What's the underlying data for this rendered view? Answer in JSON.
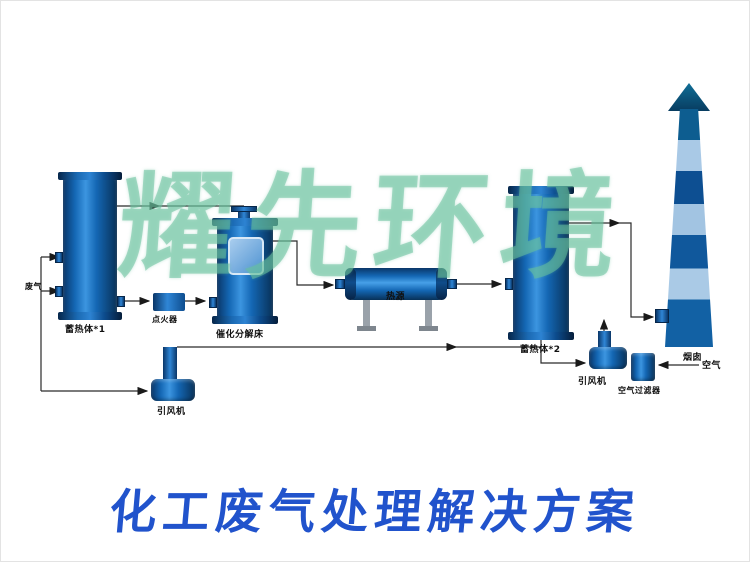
{
  "watermark": "耀先环境",
  "title": "化工废气处理解决方案",
  "equipment": {
    "waste_gas_label": "废气",
    "vessel1_label": "蓄热体*1",
    "igniter_label": "点火器",
    "catalytic_bed_label": "催化分解床",
    "heat_source_label": "热源",
    "vessel2_label": "蓄热体*2",
    "chimney_label": "烟囱",
    "fan1_label": "引风机",
    "fan2_label": "引风机",
    "air_filter_label": "空气过滤器",
    "air_label": "空气"
  },
  "colors": {
    "equipment_blue": "#1467b4",
    "equipment_dark": "#0a3668",
    "chimney_light_band": "#a9c9e6",
    "chimney_dark_band": "#0d4f92",
    "watermark_green": "#68c19d",
    "title_blue": "#2153cc",
    "line_black": "#2a2a2a"
  }
}
